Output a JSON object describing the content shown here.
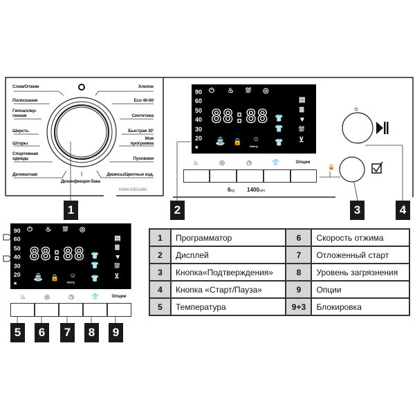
{
  "dial": {
    "left_programs": [
      "Слив/Отжим",
      "Полоскание",
      "Гипоаллер-генная",
      "Шерсть",
      "Шторы",
      "Спортивная одежда",
      "Деликатная"
    ],
    "right_programs": [
      "Хлопок",
      "Eco 40-60",
      "Синтетика",
      "Быстрая 30'",
      "Моя программа",
      "Пуховики",
      "Джинсы/Цветные изд."
    ],
    "bottom_program": "Дезинфекция бака",
    "model": "KWM 42ID1460"
  },
  "display": {
    "temps": [
      "90",
      "60",
      "50",
      "40",
      "30",
      "20",
      "*"
    ],
    "digits": "88:88",
    "safety": "Safety"
  },
  "buttons": {
    "options_label": "Опции"
  },
  "specs": {
    "kg_value": "6",
    "kg_unit": "kg",
    "rpm_value": "1400",
    "rpm_unit": "rpm"
  },
  "callouts": [
    "1",
    "2",
    "3",
    "4",
    "5",
    "6",
    "7",
    "8",
    "9"
  ],
  "legend": [
    {
      "n": "1",
      "label": "Программатор",
      "n2": "6",
      "label2": "Скорость отжима"
    },
    {
      "n": "2",
      "label": "Дисплей",
      "n2": "7",
      "label2": "Отложенный старт"
    },
    {
      "n": "3",
      "label": "Кнопка«Подтверждения»",
      "n2": "8",
      "label2": "Уровень загрязнения"
    },
    {
      "n": "4",
      "label": "Кнопка «Старт/Пауза»",
      "n2": "9",
      "label2": "Опции"
    },
    {
      "n": "5",
      "label": "Температура",
      "n2": "9+3",
      "label2": "Блокировка"
    }
  ]
}
